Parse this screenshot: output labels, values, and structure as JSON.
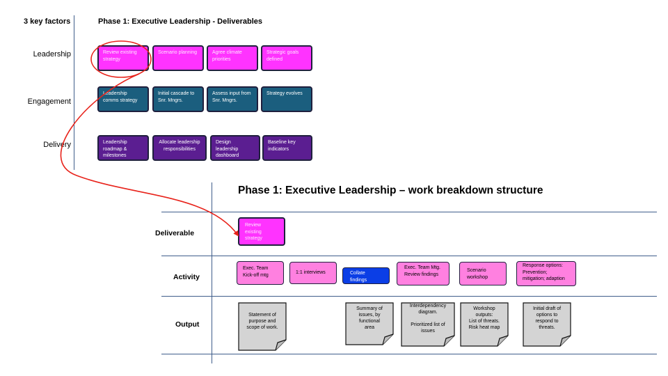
{
  "top": {
    "factors_title": "3 key factors",
    "phase_title": "Phase 1:  Executive Leadership - Deliverables",
    "rows": [
      "Leadership",
      "Engagement",
      "Delivery"
    ],
    "leadership": [
      "Review existing strategy",
      "Scenario planning",
      "Agree climate priorities",
      "Strategic goals defined"
    ],
    "engagement": [
      "Leadership comms strategy",
      "Initial cascade to Snr. Mngrs.",
      "Assess input from Snr. Mngrs.",
      "Strategy evolves"
    ],
    "delivery": [
      "Leadership roadmap & milestones",
      "Allocate leadership responsibilities",
      "Design leadership dashboard",
      "Baseline key indicators"
    ]
  },
  "wbs": {
    "title": "Phase 1:  Executive Leadership – work breakdown structure",
    "labels": {
      "deliverable": "Deliverable",
      "activity": "Activity",
      "output": "Output"
    },
    "deliverable": "Review existing strategy",
    "activities": [
      "Exec. Team Kick-off mtg",
      "1:1 interviews",
      "Collate findings",
      "Exec. Team Mtg. Review findings",
      "Scenario workshop",
      "Response options: Prevention; mitigation; adaption"
    ],
    "outputs": [
      "Statement of\npurpose and\nscope of work.",
      "Summary of\nissues, by\nfunctional\narea",
      "Interdependency\ndiagram.\n\nPrioritized list of\nissues",
      "Workshop\noutputs:\nList of threats.\nRisk heat map",
      "Initial draft of\noptions to\nrespond to\nthreats."
    ]
  },
  "colors": {
    "pink": "#ff33ff",
    "teal": "#1b5e7e",
    "purple": "#5b1e91",
    "light_pink": "#ff80e0",
    "blue": "#0b3ee6",
    "connector_red": "#e8231b"
  }
}
